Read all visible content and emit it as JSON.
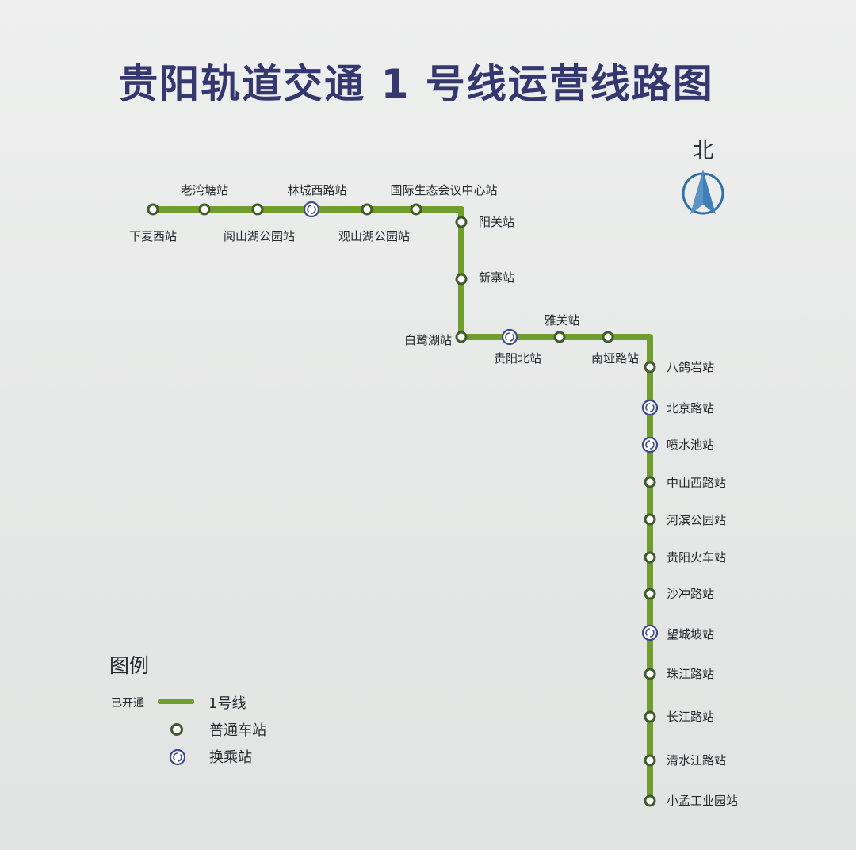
{
  "title": "贵阳轨道交通 1 号线运营线路图",
  "north": {
    "label": "北",
    "icon": "north-arrow-icon"
  },
  "line": {
    "name": "1号线",
    "color": "#6f9e2e",
    "station_border": "#3f5a2c",
    "interchange_border": "#3d4a8a"
  },
  "stations": [
    {
      "name": "下麦西站",
      "interchange": false
    },
    {
      "name": "老湾塘站",
      "interchange": false
    },
    {
      "name": "阅山湖公园站",
      "interchange": false
    },
    {
      "name": "林城西路站",
      "interchange": true
    },
    {
      "name": "观山湖公园站",
      "interchange": false
    },
    {
      "name": "国际生态会议中心站",
      "interchange": false
    },
    {
      "name": "阳关站",
      "interchange": false
    },
    {
      "name": "新寨站",
      "interchange": false
    },
    {
      "name": "白鹭湖站",
      "interchange": false
    },
    {
      "name": "贵阳北站",
      "interchange": true
    },
    {
      "name": "雅关站",
      "interchange": false
    },
    {
      "name": "南垭路站",
      "interchange": false
    },
    {
      "name": "八鸽岩站",
      "interchange": false
    },
    {
      "name": "北京路站",
      "interchange": true
    },
    {
      "name": "喷水池站",
      "interchange": true
    },
    {
      "name": "中山西路站",
      "interchange": false
    },
    {
      "name": "河滨公园站",
      "interchange": false
    },
    {
      "name": "贵阳火车站",
      "interchange": false
    },
    {
      "name": "沙冲路站",
      "interchange": false
    },
    {
      "name": "望城坡站",
      "interchange": true
    },
    {
      "name": "珠江路站",
      "interchange": false
    },
    {
      "name": "长江路站",
      "interchange": false
    },
    {
      "name": "清水江路站",
      "interchange": false
    },
    {
      "name": "小孟工业园站",
      "interchange": false
    }
  ],
  "legend": {
    "title": "图例",
    "status_label": "已开通",
    "line_label": "1号线",
    "regular_label": "普通车站",
    "interchange_label": "换乘站"
  }
}
